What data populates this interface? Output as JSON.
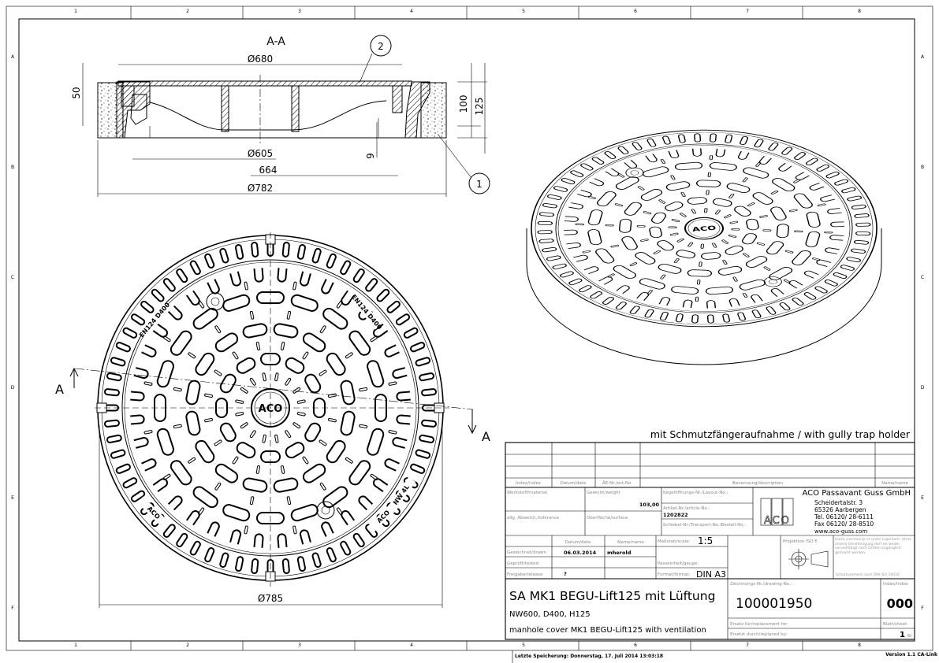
{
  "frame": {
    "columns": [
      "1",
      "2",
      "3",
      "4",
      "5",
      "6",
      "7",
      "8"
    ],
    "rows": [
      "A",
      "B",
      "C",
      "D",
      "E",
      "F"
    ]
  },
  "section_view": {
    "title": "A-A",
    "dims": {
      "d680": "Ø680",
      "d605": "Ø605",
      "w664": "664",
      "d782": "Ø782",
      "h50": "50",
      "h100": "100",
      "h125": "125",
      "h9": "9"
    },
    "balloons": [
      "1",
      "2"
    ]
  },
  "top_view": {
    "section_marks": [
      "A",
      "A"
    ],
    "dim_outer": "Ø785",
    "logo": "ACO",
    "marking_left": "EN124  D400",
    "marking_right": "EN124  D400",
    "marking_bottom_left": "ACO",
    "marking_bottom_right": "ACO",
    "nw_marking": "NW 4L"
  },
  "iso_view": {
    "note": "mit Schmutzfängeraufnahme / with gully trap holder"
  },
  "title_block": {
    "revision_headers": {
      "index": "Index/index",
      "date": "Datum/date",
      "ae_no": "ÄE-Nr./ect.No.",
      "description": "Benennung/description",
      "name": "Name/name"
    },
    "material_label": "Werkstoff/material",
    "weight_label": "Gewicht/weight",
    "weight_value": "103,00",
    "layout_no_label": "Kegelöffnungs-Nr./Layout-No.:",
    "article_no_label": "Artikel-Nr./article-No.:",
    "article_no_value": "1202822",
    "order_no_label": "Schiebel-Nr./Transport-No./Bestell-No.:",
    "tolerance_label": "allg. Abweich./tolerance",
    "surface_label": "Oberfläche/surface",
    "company": {
      "name": "ACO Passavant Guss GmbH",
      "street": "Scheidertalstr. 3",
      "city": "65326 Aarbergen",
      "tel": "Tel. 06120/ 28-6111",
      "fax": "Fax 06120/ 28-8510",
      "web": "www.aco-guss.com",
      "logo": "ACO"
    },
    "date_label": "Datum/date",
    "name_label": "Name/name",
    "scale_label": "Maßstab/scale:",
    "scale_value": "1:5",
    "projection_label": "Projektion ISO E",
    "copyright_note": "Diese Zeichnung ist unser Eigentum. Ohne unsere Genehmigung darf sie weder vervielfältigt noch Dritten zugänglich gemacht werden.",
    "copyright_footer": "Schutzvermerk nach DIN ISO 16016",
    "drawn_label": "Gezeichnet/drawn",
    "drawn_date": "06.03.2014",
    "drawn_name": "mherold",
    "tested_label": "Geprüft/tested",
    "release_label": "Freigabe/release",
    "release_value": "?",
    "gauge_label": "Passeinheit/gauge:",
    "format_label": "Format/format:",
    "format_value": "DIN A3",
    "title": "SA MK1 BEGU-Lift125 mit Lüftung",
    "subtitle": "NW600, D400, H125",
    "description": "manhole cover MK1 BEGU-Lift125 with ventilation",
    "drawing_no_label": "Zeichnungs-Nr./drawing-No.:",
    "drawing_no": "100001950",
    "index_label": "Index/index",
    "index_value": "000",
    "replacement_for_label": "Ersatz für/replacement for:",
    "replaced_by_label": "Ersetzt durch/replaced by:",
    "sheet_label": "Blatt/sheet:",
    "sheet_value": "1",
    "sheet_suffix": "Bl"
  },
  "footer": {
    "last_saved": "Letzte Speicherung: Donnerstag, 17. Juli 2014 13:03:18",
    "version": "Version 1.1  CA-Link"
  }
}
